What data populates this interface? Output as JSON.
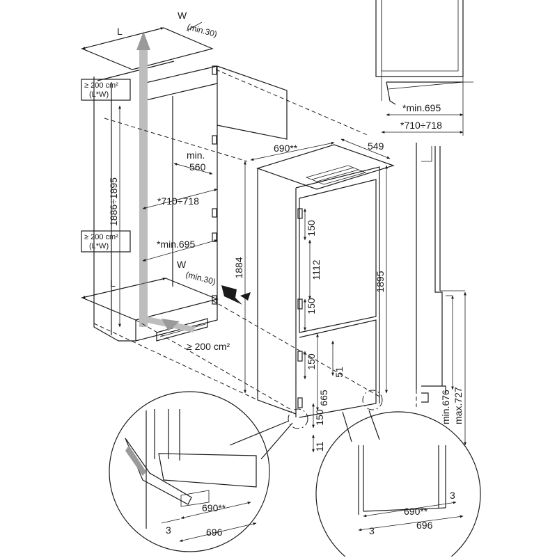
{
  "labels": {
    "cabinet_L_top": "L",
    "cabinet_W_top": "W",
    "cabinet_W_top_sub": "(min.30)",
    "vent_top_l1": "≥ 200 cm²",
    "vent_top_l2": "(L*W)",
    "height_range": "1886÷1895",
    "depth_min_l1": "min.",
    "depth_min_l2": "560",
    "width_range": "*710÷718",
    "width_min": "*min.695",
    "vent_bottom_l1": "≥ 200 cm²",
    "vent_bottom_l2": "(L*W)",
    "cabinet_L_bottom": "L",
    "cabinet_W_bottom": "W",
    "cabinet_W_bottom_sub": "(min.30)",
    "vent_plinth": "≥ 200 cm²",
    "fridge_width": "690**",
    "fridge_depth": "549",
    "fridge_height": "1884",
    "fridge_total": "1895",
    "d_150_a": "150",
    "d_1112": "1112",
    "d_150_b": "150",
    "d_150_c": "150",
    "d_51": "51",
    "d_665": "665",
    "d_150_d": "150",
    "d_11": "11",
    "top_min": "*min.695",
    "top_range": "*710÷718",
    "side_min": "min.676",
    "side_max": "max.727",
    "detL_690": "690**",
    "detL_3": "3",
    "detL_696": "696",
    "detR_690": "690**",
    "detR_3a": "3",
    "detR_696": "696",
    "detR_3b": "3"
  }
}
